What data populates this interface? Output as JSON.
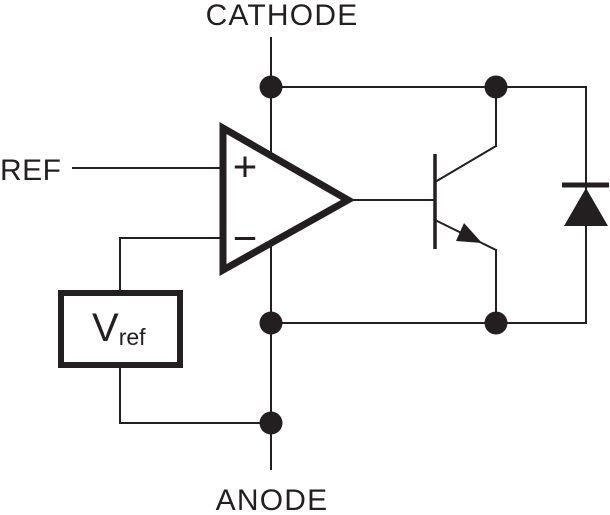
{
  "diagram": {
    "ink_color": "#231f20",
    "background_color": "#ffffff",
    "terminals": {
      "cathode_label": "CATHODE",
      "ref_label": "REF",
      "anode_label": "ANODE"
    },
    "opamp": {
      "noninverting_input_label": "+",
      "inverting_input_label": "−"
    },
    "vref_block": {
      "base_label": "V",
      "subscript_label": "ref"
    }
  }
}
